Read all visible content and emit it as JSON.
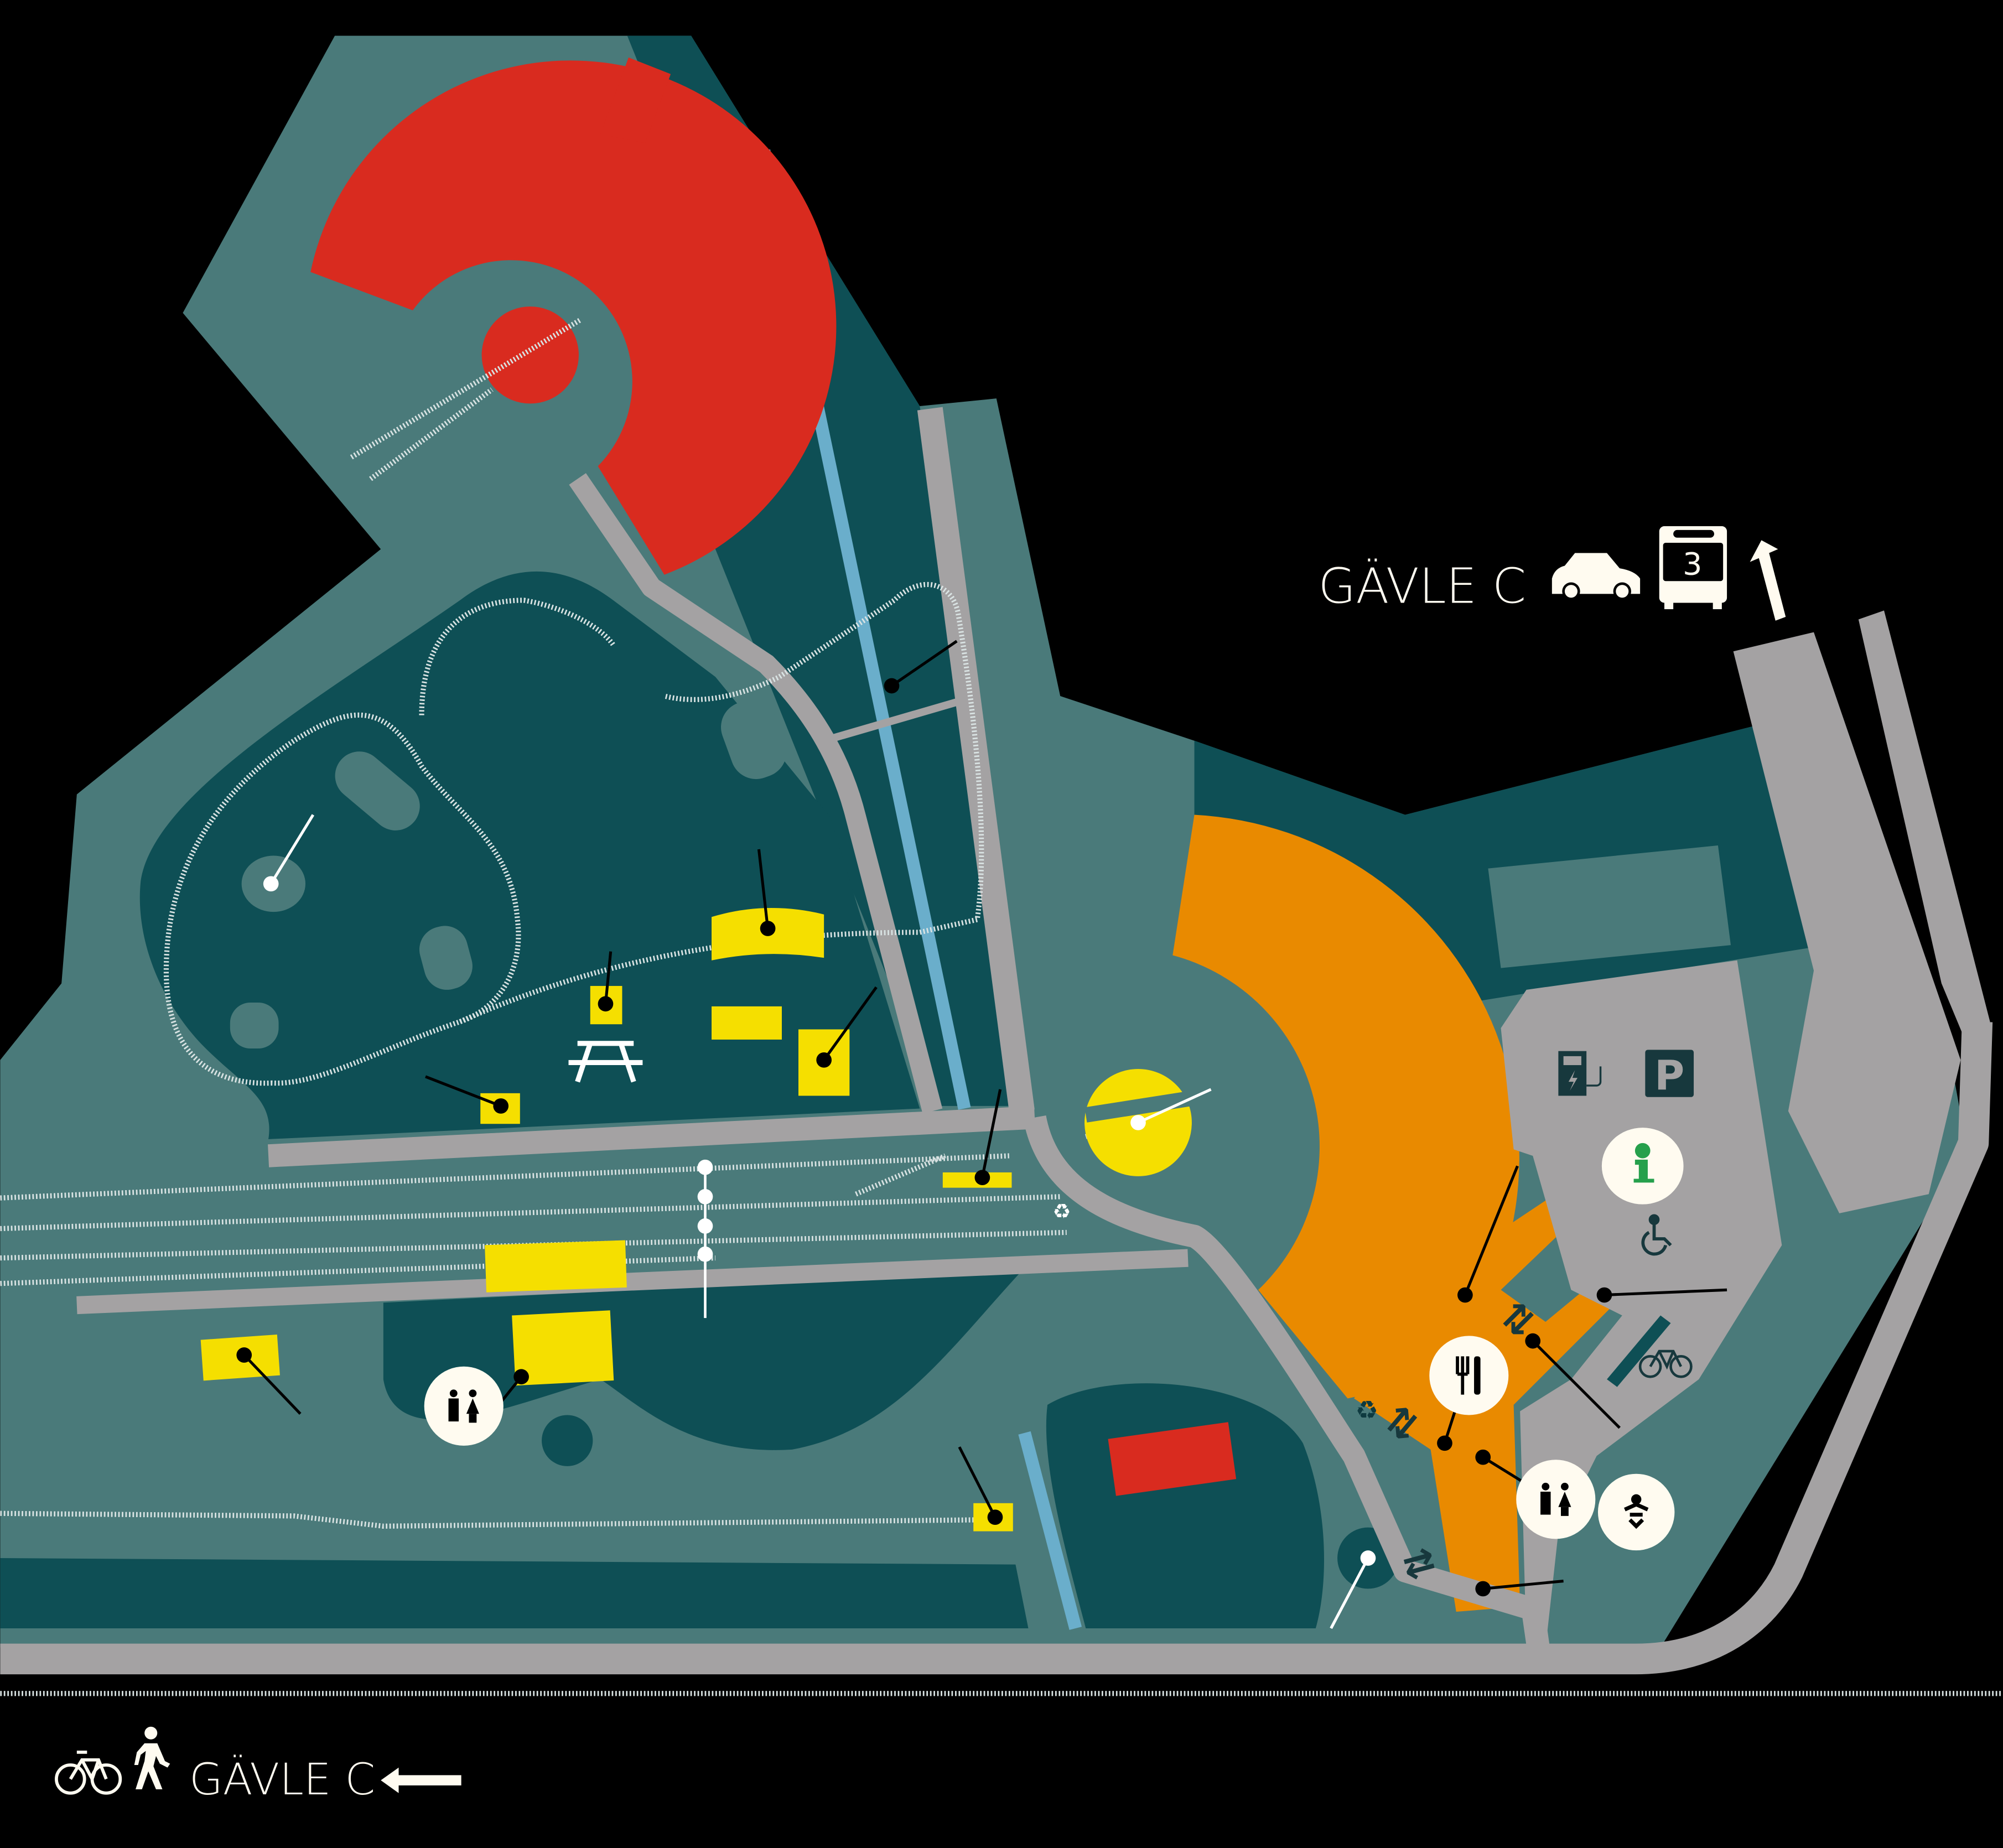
{
  "map": {
    "destinations": {
      "north_label": "GÄVLE C",
      "bus_line": "3",
      "west_label": "GÄVLE C"
    },
    "colors": {
      "background": "#000000",
      "land": "#4a7a7a",
      "water_park": "#0e4f55",
      "road": "#a4a2a3",
      "red_area": "#d92b1f",
      "orange_area": "#e98a00",
      "yellow_point": "#f5df00",
      "stream": "#6aaecb",
      "icon_circle": "#fffbf0",
      "info_green": "#26a04c"
    },
    "icons": [
      "car-icon",
      "bus-icon",
      "arrow-north-icon",
      "bicycle-icon",
      "pedestrian-icon",
      "arrow-west-icon",
      "ev-charger-icon",
      "parking-icon",
      "info-icon",
      "wheelchair-icon",
      "bicycle-parking-icon",
      "restaurant-icon",
      "toilet-icon",
      "baby-change-icon",
      "recycle-icon",
      "picnic-table-icon",
      "entrance-arrows-icon"
    ]
  }
}
